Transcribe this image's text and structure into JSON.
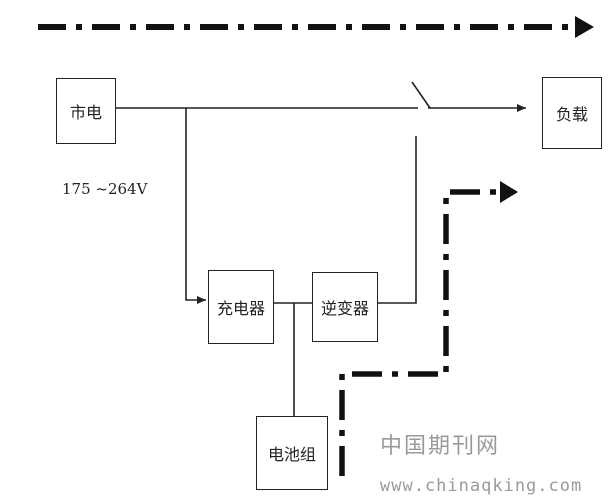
{
  "nodes": {
    "mains": "市电",
    "load": "负载",
    "charger": "充电器",
    "inverter": "逆变器",
    "battery": "电池组"
  },
  "labels": {
    "voltage": "175 ~264V"
  },
  "watermark": {
    "chinese": "中国期刊网",
    "url": "www.chinaqking.com"
  }
}
